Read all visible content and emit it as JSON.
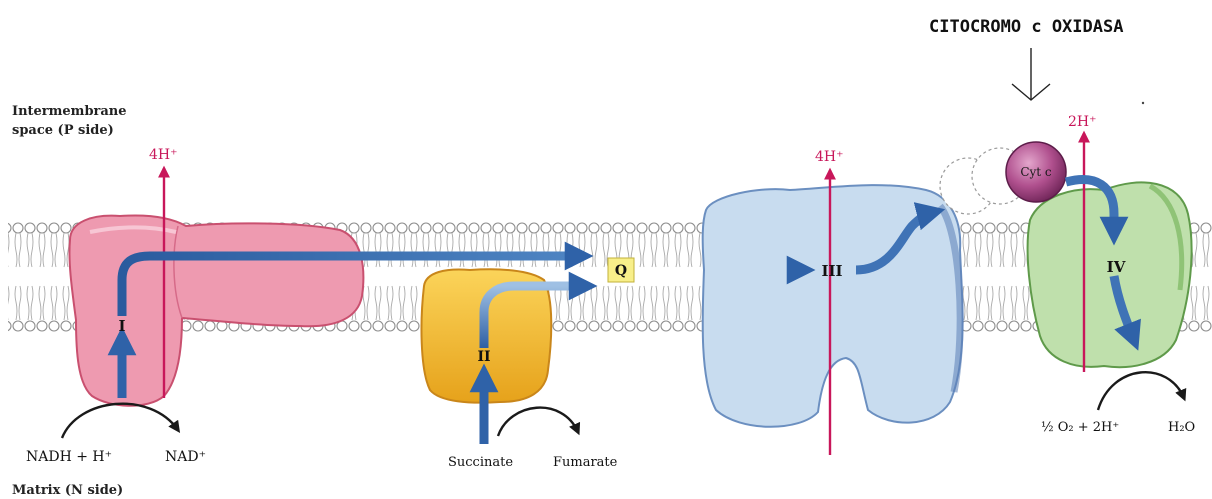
{
  "annotation": {
    "title": "CITOCROMO c OXIDASA",
    "arrow_icon": "down-arrow-icon"
  },
  "regions": {
    "p_side_line1": "Intermembrane",
    "p_side_line2": "space (P side)",
    "n_side": "Matrix (N side)"
  },
  "complexes": {
    "complex_i": "I",
    "complex_ii": "II",
    "complex_iii": "III",
    "complex_iv": "IV",
    "ubiquinone": "Q",
    "cytochrome_c": "Cyt c"
  },
  "protons": {
    "complex_i_pumped": "4H⁺",
    "complex_iii_pumped": "4H⁺",
    "complex_iv_pumped": "2H⁺"
  },
  "substrates": {
    "nadh": "NADH + H⁺",
    "nad": "NAD⁺",
    "succinate": "Succinate",
    "fumarate": "Fumarate",
    "oxygen": "½ O₂ + 2H⁺",
    "water": "H₂O"
  },
  "colors": {
    "complex_i": "#ee9ab0",
    "complex_ii": "#f6bd2a",
    "complex_iii": "#c8dcef",
    "complex_iv": "#bfe0ac",
    "cytochrome_c": "#b0508e",
    "electron_path": "#3f6fb0",
    "proton_arrow": "#c8175a",
    "q_box": "#f8ef8a"
  }
}
